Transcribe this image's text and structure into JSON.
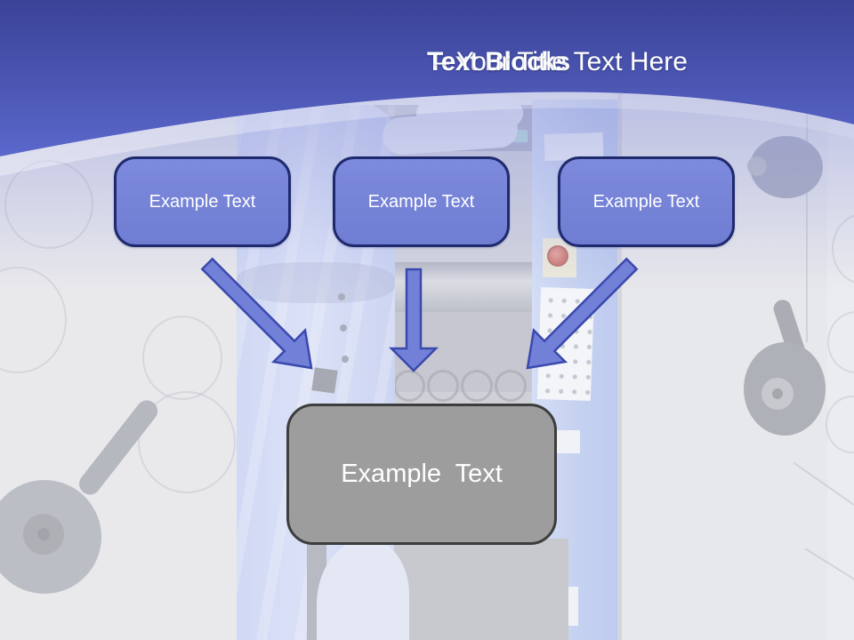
{
  "slide": {
    "title": {
      "emphasis": "Text Blocks",
      "remainder": " – Your Title Text Here"
    },
    "blocks": [
      {
        "label": "Example Text"
      },
      {
        "label": "Example Text"
      },
      {
        "label": "Example Text"
      }
    ],
    "result": {
      "label": "Example Text"
    },
    "connectors": [
      "diagonal-down-right-arrow",
      "down-arrow",
      "diagonal-down-left-arrow"
    ],
    "colors": {
      "header_gradient_top": "#3a4397",
      "header_gradient_bottom": "#5b67cb",
      "block_fill": "#7583d6",
      "block_border": "#1f2a6e",
      "arrow_fill": "#7280d8",
      "arrow_outline": "#3a49ac",
      "result_fill": "#9d9d9d",
      "result_border": "#3d3d3d",
      "title_color": "#ffffff"
    }
  }
}
